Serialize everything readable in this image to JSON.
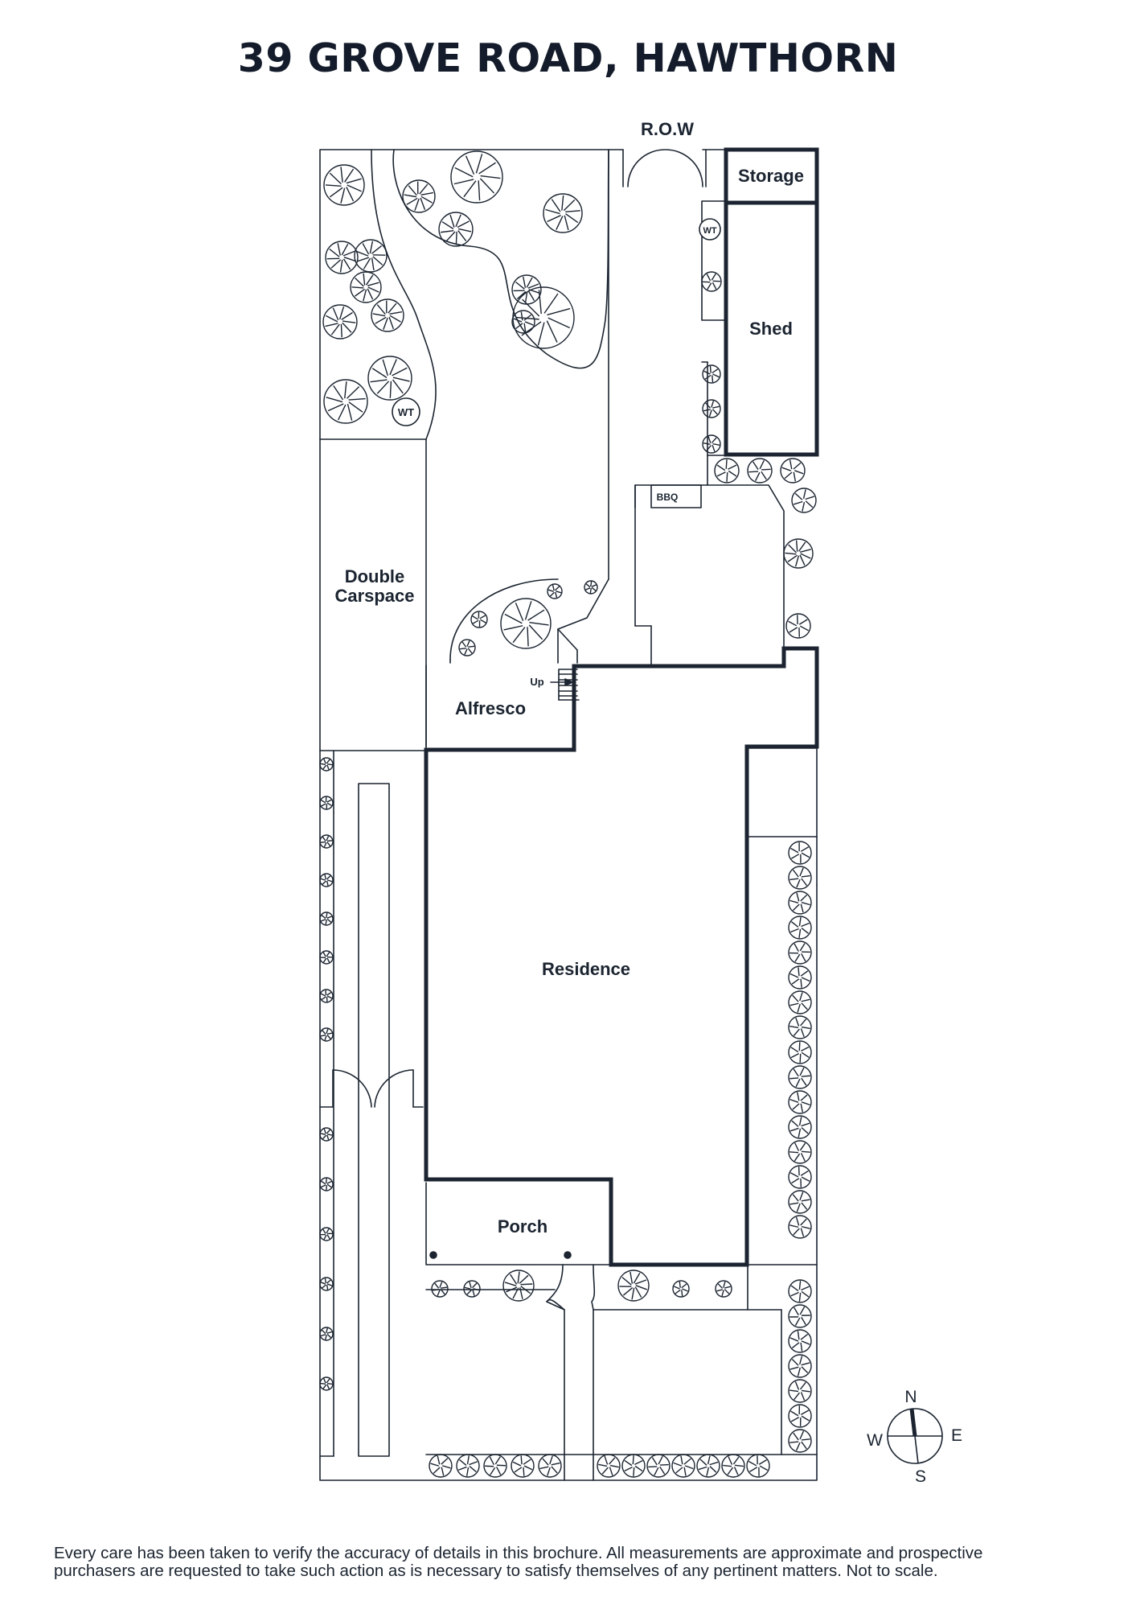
{
  "title": "39 GROVE ROAD, HAWTHORN",
  "labels": {
    "row": "R.O.W",
    "storage": "Storage",
    "shed": "Shed",
    "water_tank": "WT",
    "bbq": "BBQ",
    "carspace_line1": "Double",
    "carspace_line2": "Carspace",
    "stairs_up": "Up",
    "alfresco": "Alfresco",
    "residence": "Residence",
    "porch": "Porch"
  },
  "compass": {
    "north": "N",
    "south": "S",
    "east": "E",
    "west": "W"
  },
  "disclaimer": {
    "line1": "Every care has been taken to verify the accuracy of details in this brochure. All measurements are approximate and prospective",
    "line2": "purchasers are requested to take such action as is necessary to satisfy themselves of any pertinent matters. Not to scale."
  },
  "colors": {
    "ink": "#1b2430",
    "background": "#ffffff"
  }
}
